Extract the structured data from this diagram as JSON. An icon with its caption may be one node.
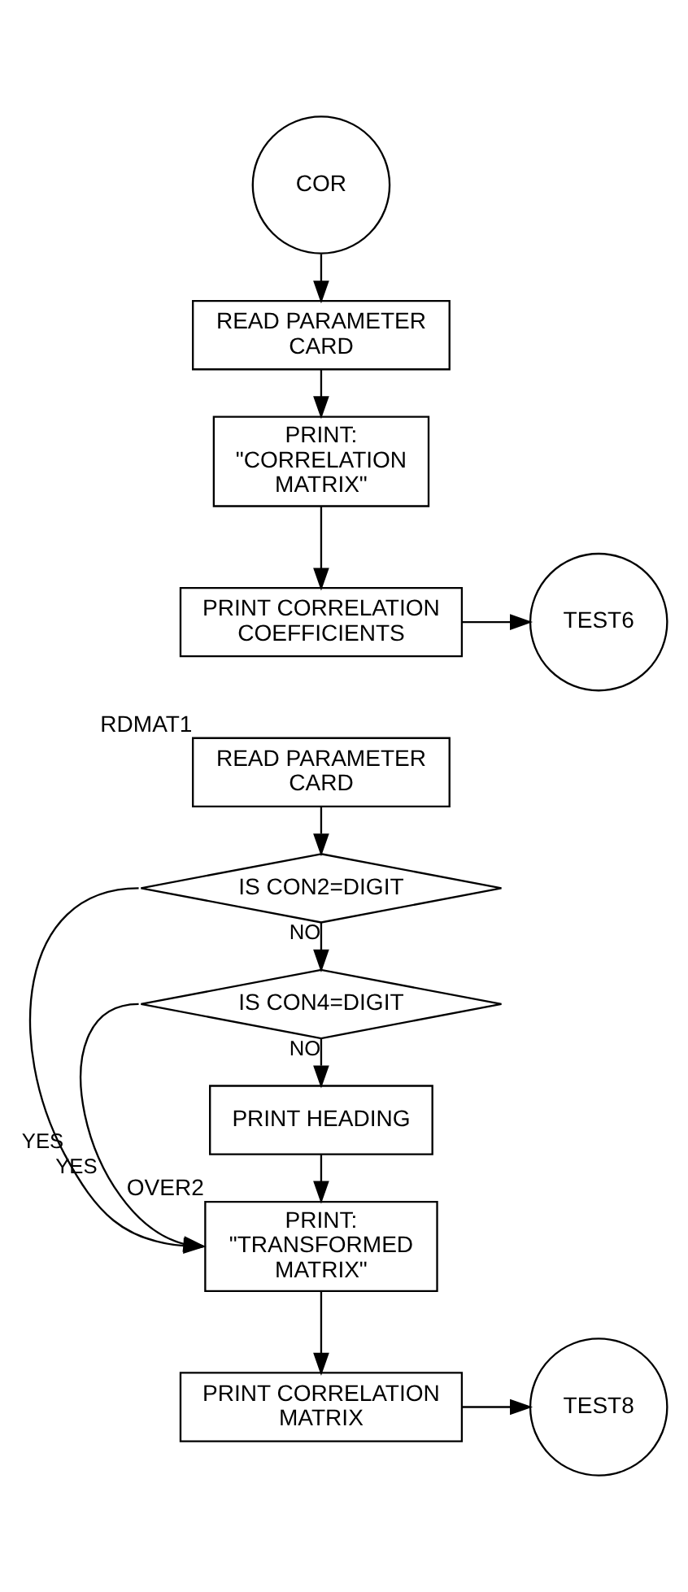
{
  "diagram": {
    "nodes": [
      {
        "text": [
          "COR"
        ]
      },
      {
        "text": [
          "READ PARAMETER CARD"
        ]
      },
      {
        "text": [
          "PRINT: \"CORRELATION MATRIX\""
        ]
      },
      {
        "text": [
          "PRINT CORRELATION COEFFICIENTS"
        ]
      },
      {
        "text": [
          "TEST6"
        ]
      },
      {
        "text": [
          "READ PARAMETER CARD"
        ],
        "beside": [
          "RDMAT1"
        ]
      },
      {
        "text": [
          "IS CON2=DIGIT"
        ]
      },
      {
        "text": [
          "IS CON4=DIGIT"
        ]
      },
      {
        "text": [
          "PRINT HEADING"
        ]
      },
      {
        "text": [
          "PRINT: \"TRANSFORMED MATRIX\""
        ],
        "beside": [
          "OVER2"
        ]
      },
      {
        "text": [
          "PRINT CORRELATION MATRIX"
        ]
      },
      {
        "text": [
          "TEST8"
        ]
      }
    ],
    "edges": [
      {
        "from": 0,
        "to": 1,
        "arrow": "to"
      },
      {
        "from": 1,
        "to": 2,
        "arrow": "to"
      },
      {
        "from": 2,
        "to": 3,
        "arrow": "to"
      },
      {
        "from": 3,
        "to": 4,
        "arrow": "to"
      },
      {
        "from": 5,
        "to": 6,
        "arrow": "to"
      },
      {
        "from": 6,
        "to": 7,
        "arrow": "to",
        "label": "NO"
      },
      {
        "from": 6,
        "to": 9,
        "arrow": "to",
        "label": "YES"
      },
      {
        "from": 7,
        "to": 8,
        "arrow": "to",
        "label": "NO"
      },
      {
        "from": 7,
        "to": 9,
        "arrow": "to",
        "label": "YES"
      },
      {
        "from": 8,
        "to": 9,
        "arrow": "to"
      },
      {
        "from": 9,
        "to": 10,
        "arrow": "to"
      },
      {
        "from": 10,
        "to": 11,
        "arrow": "to"
      }
    ]
  }
}
